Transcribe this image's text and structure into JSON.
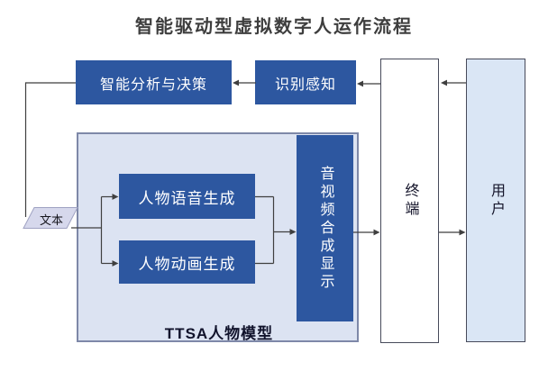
{
  "title": "智能驱动型虚拟数字人运作流程",
  "nodes": {
    "analysis": {
      "label": "智能分析与决策"
    },
    "perception": {
      "label": "识别感知"
    },
    "terminal": {
      "label": "终端"
    },
    "user": {
      "label": "用户"
    },
    "text_input": {
      "label": "文本"
    },
    "ttsa_model": {
      "label": "TTSA人物模型"
    },
    "voice_gen": {
      "label": "人物语音生成"
    },
    "anim_gen": {
      "label": "人物动画生成"
    },
    "av_display": {
      "label": "音视频合成显示"
    }
  },
  "edges": [
    {
      "from": "user",
      "to": "terminal"
    },
    {
      "from": "terminal",
      "to": "perception"
    },
    {
      "from": "perception",
      "to": "analysis"
    },
    {
      "from": "analysis",
      "to": "text_input"
    },
    {
      "from": "text_input",
      "to": "voice_gen"
    },
    {
      "from": "text_input",
      "to": "anim_gen"
    },
    {
      "from": "voice_gen",
      "to": "av_display"
    },
    {
      "from": "anim_gen",
      "to": "av_display"
    },
    {
      "from": "av_display",
      "to": "terminal"
    },
    {
      "from": "terminal",
      "to": "user"
    }
  ],
  "colors": {
    "node-blue": "#2d57a0",
    "container-fill": "#dce3f2",
    "container-border": "#7e88a8",
    "user-fill": "#dae6f5",
    "text-input-fill": "#d6d8ec",
    "line": "#3f3f3f",
    "title-text": "#3e3e3e",
    "dark-text": "#14142a"
  }
}
